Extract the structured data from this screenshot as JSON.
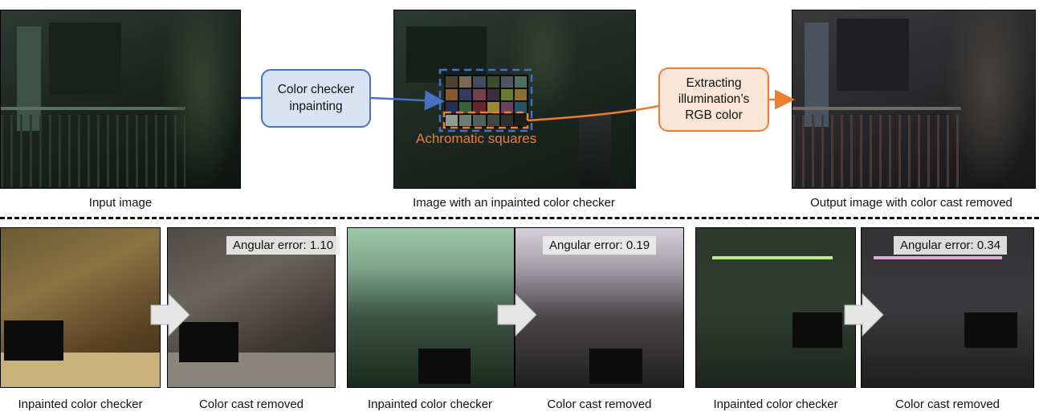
{
  "top": {
    "input_caption": "Input image",
    "inpainted_caption": "Image with an inpainted color checker",
    "output_caption": "Output image with color cast removed",
    "step1": {
      "line1": "Color checker",
      "line2": "inpainting"
    },
    "step2": {
      "line1": "Extracting",
      "line2": "illumination’s",
      "line3": "RGB color"
    },
    "achromatic_label": "Achromatic squares"
  },
  "examples": [
    {
      "left_caption": "Inpainted color checker",
      "right_caption": "Color cast removed",
      "error_label": "Angular error: 1.10"
    },
    {
      "left_caption": "Inpainted color checker",
      "right_caption": "Color cast removed",
      "error_label": "Angular error: 0.19"
    },
    {
      "left_caption": "Inpainted color checker",
      "right_caption": "Color cast removed",
      "error_label": "Angular error: 0.34"
    }
  ],
  "colors": {
    "blue": "#4472c4",
    "orange": "#ed7d31"
  }
}
